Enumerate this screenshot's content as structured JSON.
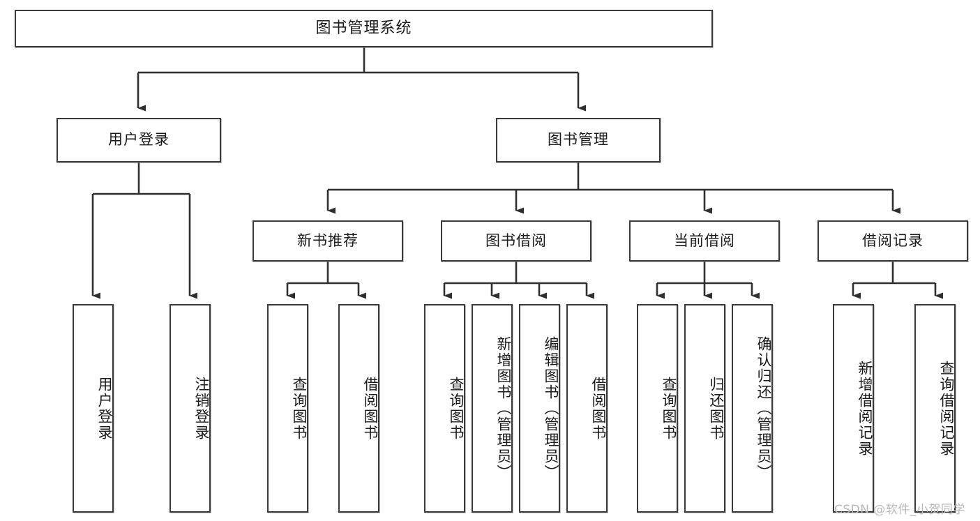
{
  "diagram": {
    "title": "图书管理系统",
    "type": "tree",
    "watermark": "CSDN @软件_小贺同学",
    "colors": {
      "stroke": "#3a3a3a",
      "background": "#ffffff",
      "text": "#1a1a1a",
      "watermark": "#b9b9b9"
    },
    "nodes": {
      "root": {
        "label": "图书管理系统"
      },
      "level2": [
        {
          "label": "用户登录"
        },
        {
          "label": "图书管理"
        }
      ],
      "level3": [
        {
          "label": "新书推荐"
        },
        {
          "label": "图书借阅"
        },
        {
          "label": "当前借阅"
        },
        {
          "label": "借阅记录"
        }
      ],
      "leaves": {
        "user_login": [
          {
            "label": "用户登录"
          },
          {
            "label": "注销登录"
          }
        ],
        "new_book": [
          {
            "label": "查询图书"
          },
          {
            "label": "借阅图书"
          }
        ],
        "book_borrow": [
          {
            "label": "查询图书"
          },
          {
            "label": "新增图书（管理员）"
          },
          {
            "label": "编辑图书（管理员）"
          },
          {
            "label": "借阅图书"
          }
        ],
        "current_borrow": [
          {
            "label": "查询图书"
          },
          {
            "label": "归还图书"
          },
          {
            "label": "确认归还（管理员）"
          }
        ],
        "borrow_record": [
          {
            "label": "新增借阅记录"
          },
          {
            "label": "查询借阅记录"
          }
        ]
      }
    }
  }
}
